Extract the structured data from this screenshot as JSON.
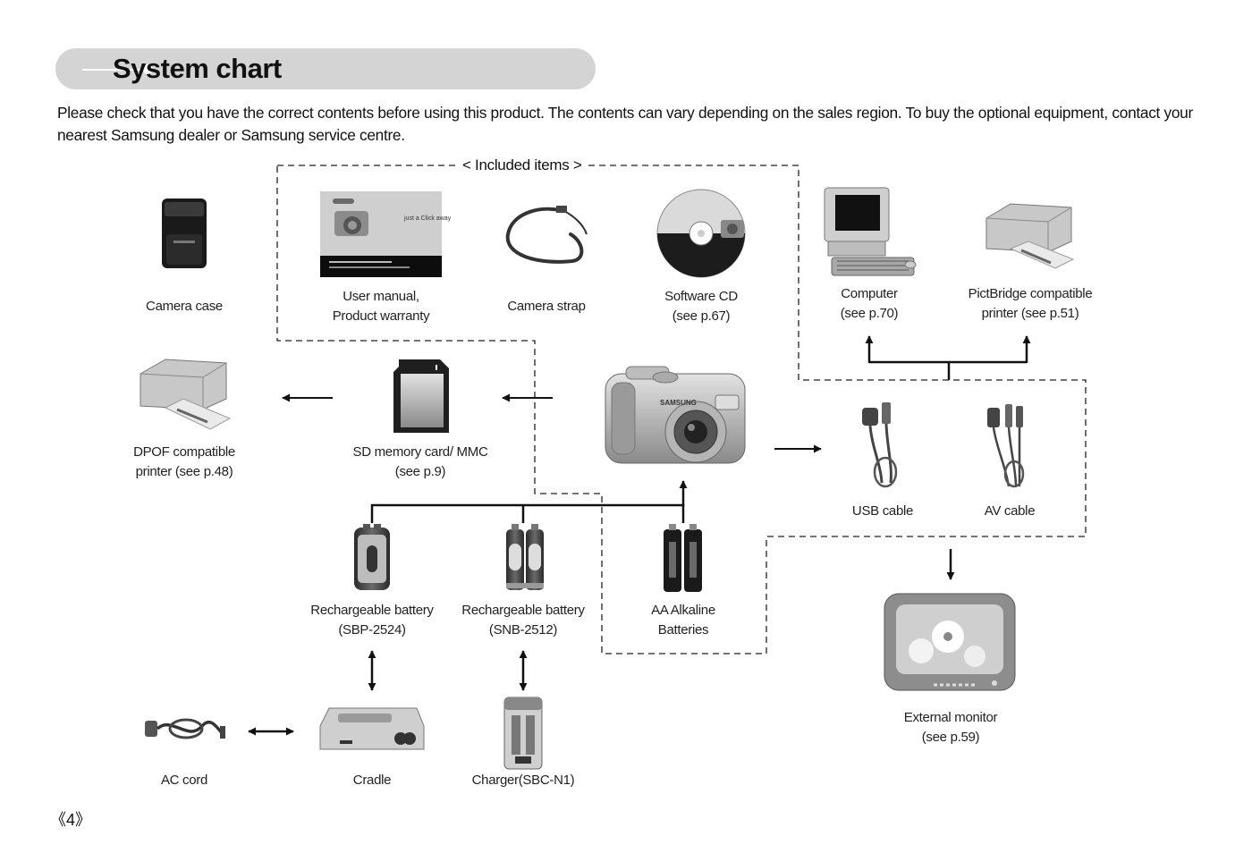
{
  "header": {
    "title": "System chart"
  },
  "intro": "Please check that you have the correct contents before using this product. The contents can vary depending on the sales region. To buy the optional equipment, contact your nearest Samsung dealer or Samsung service centre.",
  "included_group_label": "< Included items >",
  "items": {
    "camera_case": [
      "Camera case"
    ],
    "user_manual": [
      "User manual,",
      "Product warranty"
    ],
    "camera_strap": [
      "Camera strap"
    ],
    "software_cd": [
      "Software CD",
      "(see p.67)"
    ],
    "computer": [
      "Computer",
      "(see p.70)"
    ],
    "pictbridge_printer": [
      "PictBridge compatible",
      "printer (see p.51)"
    ],
    "dpof_printer": [
      "DPOF compatible",
      "printer (see p.48)"
    ],
    "sd_card": [
      "SD memory card/ MMC",
      "(see p.9)"
    ],
    "usb_cable": [
      "USB cable"
    ],
    "av_cable": [
      "AV cable"
    ],
    "battery_sbp": [
      "Rechargeable battery",
      "(SBP-2524)"
    ],
    "battery_snb": [
      "Rechargeable battery",
      "(SNB-2512)"
    ],
    "aa_batteries": [
      "AA Alkaline",
      "Batteries"
    ],
    "external_monitor": [
      "External monitor",
      "(see p.59)"
    ],
    "ac_cord": [
      "AC cord"
    ],
    "cradle": [
      "Cradle"
    ],
    "charger": [
      "Charger(SBC-N1)"
    ]
  },
  "image_text": {
    "camera_brand": "SAMSUNG",
    "manual_cover": "just a Click away"
  },
  "footer": {
    "page_number": "《4》"
  }
}
